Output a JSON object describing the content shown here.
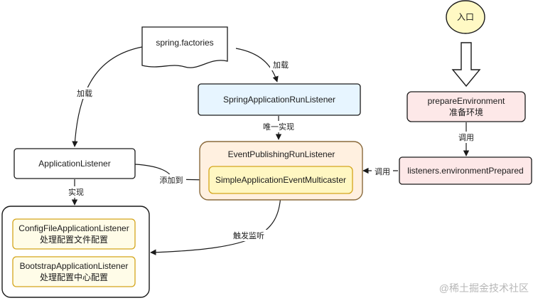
{
  "nodes": {
    "entry": "入口",
    "spring_factories": "spring.factories",
    "run_listener": "SpringApplicationRunListener",
    "prepare_env_line1": "prepareEnvironment",
    "prepare_env_line2": "准备环境",
    "application_listener": "ApplicationListener",
    "event_publishing": "EventPublishingRunListener",
    "multicaster": "SimpleApplicationEventMulticaster",
    "env_prepared": "listeners.environmentPrepared",
    "config_file_line1": "ConfigFileApplicationListener",
    "config_file_line2": "处理配置文件配置",
    "bootstrap_line1": "BootstrapApplicationListener",
    "bootstrap_line2": "处理配置中心配置"
  },
  "edges": {
    "load_left": "加载",
    "load_right": "加载",
    "only_impl": "唯一实现",
    "call_down": "调用",
    "call_left": "调用",
    "add_to": "添加到",
    "impl": "实现",
    "trigger_listen": "触发监听"
  },
  "watermark": "@稀土掘金技术社区",
  "colors": {
    "stroke": "#1a1a1a",
    "run_listener_fill": "#e7f5ff",
    "event_publishing_fill": "#fff0e0",
    "event_publishing_stroke": "#8a6a3c",
    "multicaster_fill": "#fff7c2",
    "multicaster_stroke": "#d4a51c",
    "prepare_fill": "#fde8e8",
    "entry_fill": "#fff9c4",
    "yellow_box_fill": "#fffce8",
    "yellow_box_stroke": "#d4a51c"
  }
}
